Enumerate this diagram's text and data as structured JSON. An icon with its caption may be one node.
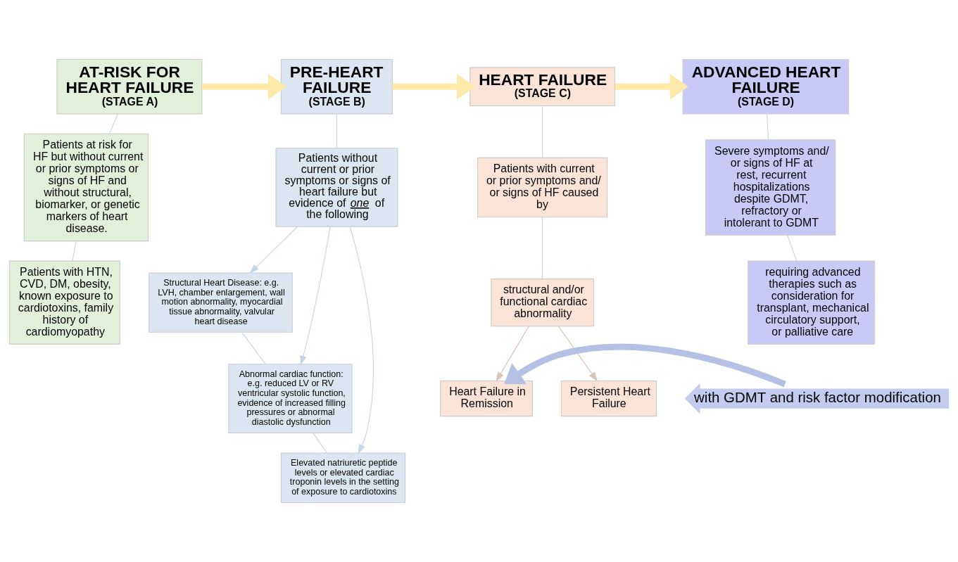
{
  "diagram": {
    "nodes": [
      {
        "text": [
          "AT-RISK FOR HEART FAILURE",
          "(STAGE A)"
        ]
      },
      {
        "text": [
          "Patients at risk for HF but without current or prior symptoms or signs of HF and without structural, biomarker, or genetic markers of heart disease."
        ]
      },
      {
        "text": [
          "Patients with HTN, CVD, DM, obesity, known exposure to cardiotoxins, family history of cardiomyopathy"
        ]
      },
      {
        "text": [
          "PRE-HEART FAILURE",
          "(STAGE B)"
        ]
      },
      {
        "text": [
          "Patients without current or prior symptoms or signs of heart failure but evidence of *one* of the following"
        ]
      },
      {
        "text": [
          "Structural Heart Disease: e.g. LVH, chamber enlargement, wall motion abnormality, myocardial tissue abnormality, valvular heart disease"
        ]
      },
      {
        "text": [
          "Abnormal cardiac function: e.g. reduced LV or RV ventricular systolic function, evidence of increased filling pressures or abnormal diastolic dysfunction"
        ]
      },
      {
        "text": [
          "Elevated natriuretic peptide levels or elevated cardiac troponin levels in the setting of exposure to cardiotoxins"
        ]
      },
      {
        "text": [
          "HEART FAILURE",
          "(STAGE C)"
        ]
      },
      {
        "text": [
          "Patients with current or prior symptoms and/ or signs of HF caused by"
        ]
      },
      {
        "text": [
          "structural and/or functional cardiac abnormality"
        ]
      },
      {
        "text": [
          "ADVANCED HEART FAILURE",
          "(STAGE D)"
        ]
      },
      {
        "text": [
          "Severe symptoms and/ or signs of HF at rest, recurrent hospitalizations despite GDMT, refractory or intolerant to GDMT"
        ]
      },
      {
        "text": [
          "requiring advanced therapies such as consideration for transplant, mechanical circulatory support, or palliative care"
        ]
      },
      {
        "text": [
          "Heart Failure in Remission"
        ]
      },
      {
        "text": [
          "Persistent Heart Failure"
        ]
      },
      {
        "text": [
          "with GDMT and risk factor modification"
        ]
      }
    ],
    "edges": [
      {
        "from": 0,
        "to": 1,
        "arrow": "none"
      },
      {
        "from": 1,
        "to": 2,
        "arrow": "none"
      },
      {
        "from": 0,
        "to": 3,
        "arrow": "to",
        "style": "thick",
        "color": "#fde9a9"
      },
      {
        "from": 3,
        "to": 4,
        "arrow": "none"
      },
      {
        "from": 4,
        "to": 5,
        "arrow": "to"
      },
      {
        "from": 4,
        "to": 6,
        "arrow": "to"
      },
      {
        "from": 4,
        "to": 7,
        "arrow": "to"
      },
      {
        "from": 5,
        "to": 6,
        "arrow": "none"
      },
      {
        "from": 6,
        "to": 7,
        "arrow": "none"
      },
      {
        "from": 3,
        "to": 8,
        "arrow": "to",
        "style": "thick",
        "color": "#fde9a9"
      },
      {
        "from": 8,
        "to": 9,
        "arrow": "none"
      },
      {
        "from": 9,
        "to": 10,
        "arrow": "none"
      },
      {
        "from": 8,
        "to": 11,
        "arrow": "to",
        "style": "thick",
        "color": "#fde9a9"
      },
      {
        "from": 11,
        "to": 12,
        "arrow": "none"
      },
      {
        "from": 12,
        "to": 13,
        "arrow": "none"
      },
      {
        "from": 10,
        "to": 14,
        "arrow": "to",
        "color": "#d9c3b5"
      },
      {
        "from": 10,
        "to": 15,
        "arrow": "to",
        "color": "#d9c3b5"
      },
      {
        "from": 16,
        "to": 14,
        "arrow": "to",
        "style": "thick",
        "color": "#b4c0e4"
      }
    ]
  }
}
